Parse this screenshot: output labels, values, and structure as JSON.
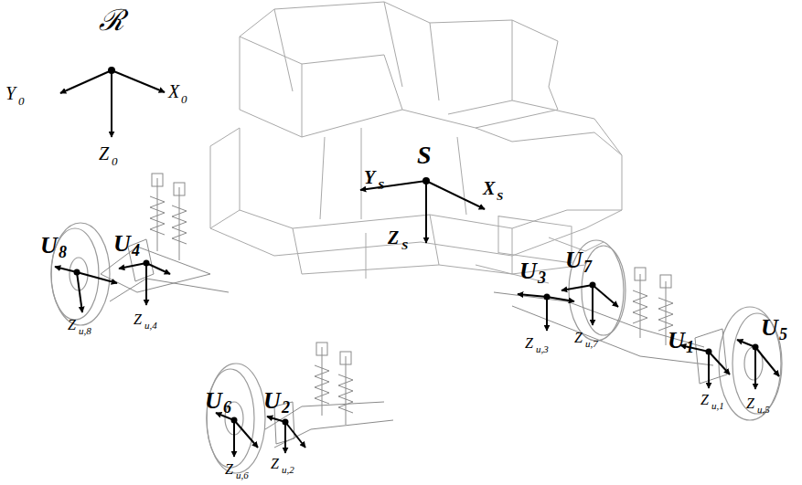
{
  "diagram": {
    "labels": [
      "ℛ",
      "Y",
      "0",
      "X",
      "0",
      "Z",
      "0",
      "S",
      "Y",
      "S",
      "X",
      "S",
      "Z",
      "S",
      "U",
      "3",
      "U",
      "7",
      "Z",
      "u,3",
      "Z",
      "u,7",
      "U",
      "1",
      "U",
      "5",
      "Z",
      "u,1",
      "Z",
      "u,5",
      "U",
      "8",
      "U",
      "4",
      "Z",
      "u,8",
      "Z",
      "u,4",
      "U",
      "6",
      "U",
      "2",
      "Z",
      "u,6",
      "Z",
      "u,2"
    ]
  }
}
